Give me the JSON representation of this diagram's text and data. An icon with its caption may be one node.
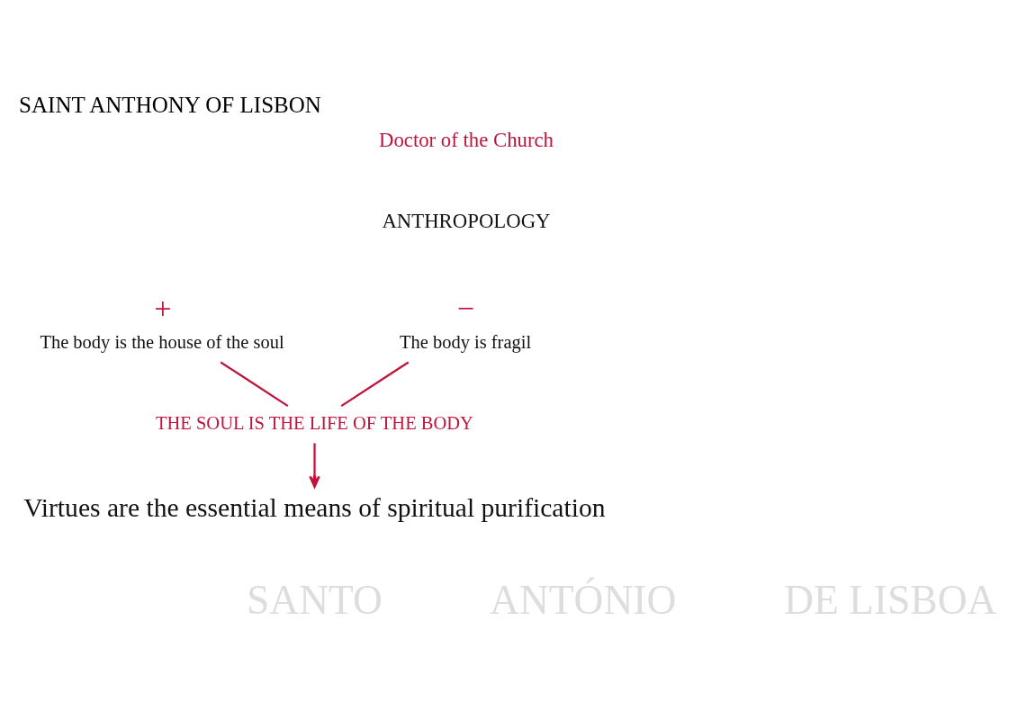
{
  "diagram": {
    "title": "SAINT ANTHONY OF LISBON",
    "nodes": [
      {
        "text": [
          "−",
          "The body is fragil"
        ]
      },
      {
        "text": [
          "+",
          "The body is the house of the soul"
        ]
      },
      {
        "text": [
          "THE SOUL IS THE LIFE OF THE BODY"
        ]
      },
      {
        "text": [
          "Virtues are the essential means of spiritual purification"
        ]
      }
    ],
    "edges": [
      {
        "from": 0,
        "to": 2,
        "arrow": "none"
      },
      {
        "from": 1,
        "to": 2,
        "arrow": "none"
      },
      {
        "from": 2,
        "to": 3,
        "arrow": "to"
      }
    ],
    "labels": [
      "Doctor of the Church",
      "ANTHROPOLOGY",
      "SANTO",
      "ANTÓNIO",
      "DE LISBOA"
    ]
  }
}
